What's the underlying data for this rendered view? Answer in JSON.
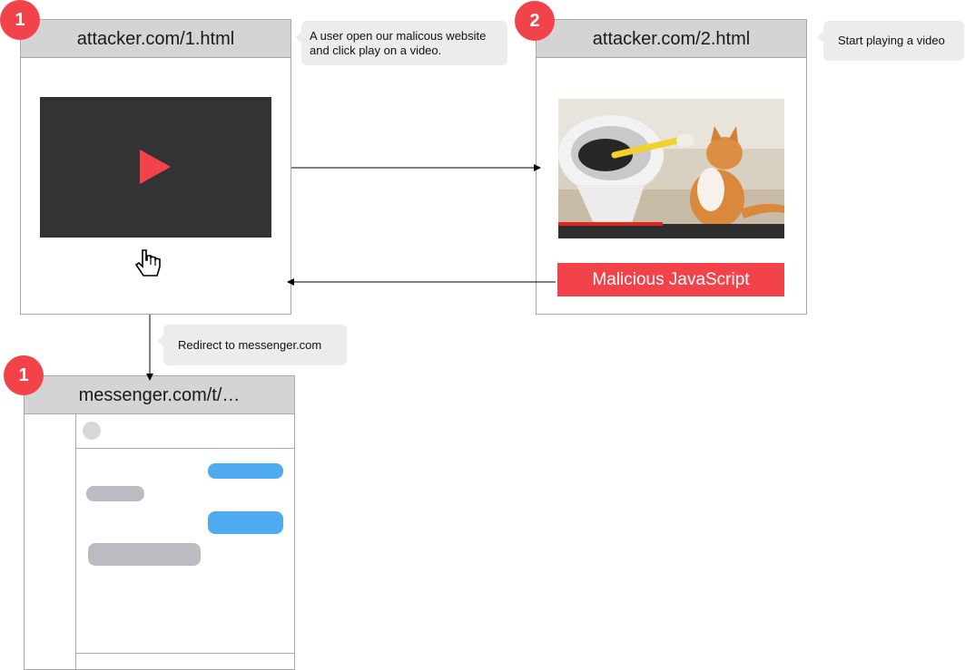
{
  "steps": {
    "win1": {
      "badge": "1",
      "url": "attacker.com/1.html",
      "note_line1": "A user open our malicous website",
      "note_line2": "and click play on a video."
    },
    "win2": {
      "badge": "2",
      "url": "attacker.com/2.html",
      "note": "Start playing a video",
      "button": "Malicious JavaScript"
    },
    "win3": {
      "badge": "1",
      "url": "messenger.com/t/…",
      "note": "Redirect to messenger.com"
    }
  },
  "icons": {
    "play": "play-triangle-icon",
    "cursor": "hand-pointer-icon",
    "avatar": "avatar-circle-icon"
  },
  "colors": {
    "accent": "#f2424a",
    "titlebar": "#d4d4d4",
    "video_bg": "#333333",
    "sent_bubble": "#4fabf0",
    "received_bubble": "#bcbbc1",
    "note_bg": "#ececec"
  }
}
